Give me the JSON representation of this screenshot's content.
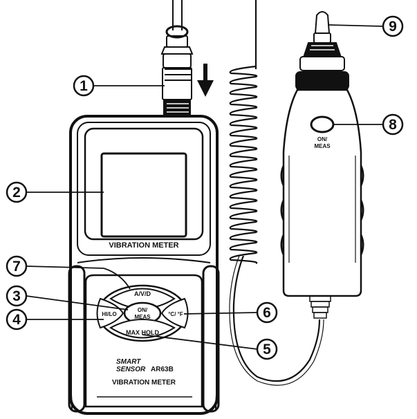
{
  "meter": {
    "display_label": "VIBRATION METER",
    "brand_line1": "SMART",
    "brand_line2": "SENSOR",
    "model": "AR63B",
    "bottom_label": "VIBRATION METER"
  },
  "buttons": {
    "avd": "A/V/D",
    "on_meas_line1": "ON/",
    "on_meas_line2": "MEAS",
    "hi_lo": "HI/LO",
    "temp_unit": "°C/ °F",
    "max_hold": "MAX HOLD"
  },
  "probe": {
    "on_meas_line1": "ON/",
    "on_meas_line2": "MEAS"
  },
  "callouts": [
    "1",
    "2",
    "3",
    "4",
    "5",
    "6",
    "7",
    "8",
    "9"
  ]
}
